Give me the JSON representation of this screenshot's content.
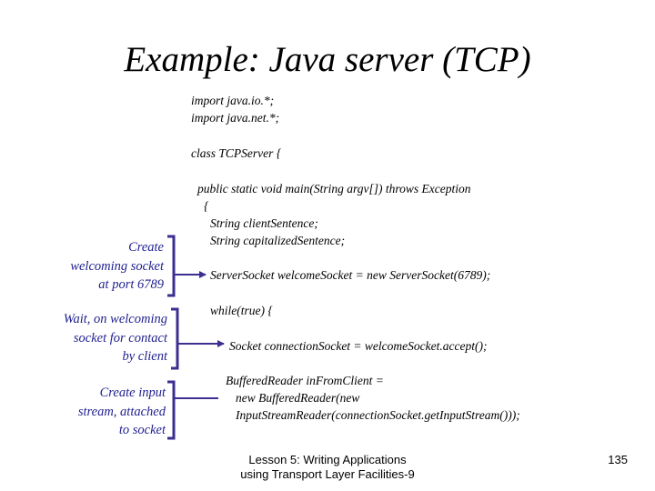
{
  "slide": {
    "title": "Example: Java server (TCP)",
    "accent_color": "#3b2f8f",
    "annotation_color": "#1f1f8f"
  },
  "code": {
    "line_1": "import java.io.*;",
    "line_2": "import java.net.*;",
    "line_3": "class TCPServer {",
    "line_4": "public static void main(String argv[]) throws Exception",
    "line_5": "{",
    "line_6": "String clientSentence;",
    "line_7": "String capitalizedSentence;",
    "line_8": "ServerSocket welcomeSocket = new ServerSocket(6789);",
    "line_9": "while(true) {",
    "line_10": "Socket connectionSocket = welcomeSocket.accept();",
    "line_11": "BufferedReader inFromClient =",
    "line_12": "new BufferedReader(new",
    "line_13": "InputStreamReader(connectionSocket.getInputStream()));"
  },
  "annotations": {
    "welcoming": [
      "Create",
      "welcoming socket",
      "at port 6789"
    ],
    "wait": [
      "Wait, on welcoming",
      "socket for contact",
      "by client"
    ],
    "input": [
      "Create input",
      "stream, attached",
      "to socket"
    ]
  },
  "footer": {
    "line_1": "Lesson 5: Writing Applications",
    "line_2": "using Transport Layer Facilities-9",
    "page_number": "135"
  }
}
